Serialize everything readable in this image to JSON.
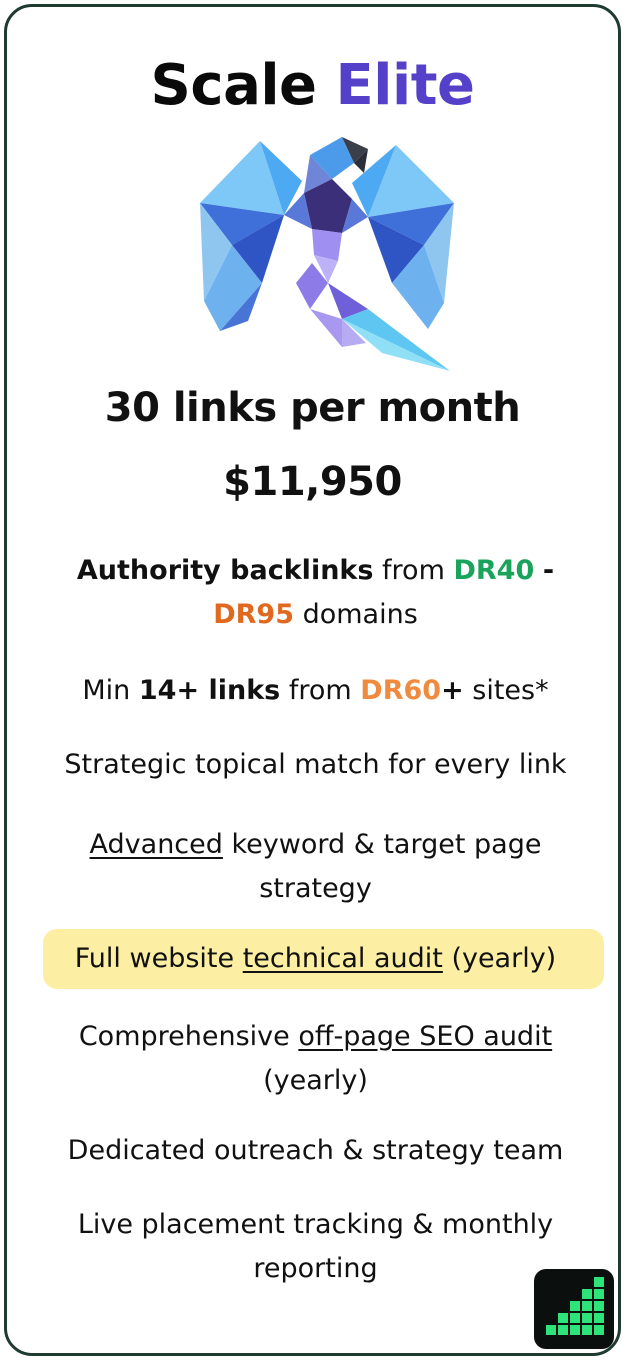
{
  "plan": {
    "name_prefix": "Scale",
    "name_accent": "Elite",
    "links": "30 links per month",
    "price": "$11,950"
  },
  "features": {
    "f1": {
      "bold": "Authority backlinks",
      "from": "from",
      "dr_low": "DR40",
      "dash": "-",
      "dr_high": "DR95",
      "domains": "domains"
    },
    "f2": {
      "min": "Min",
      "bold": "14+ links",
      "from": "from",
      "dr": "DR60",
      "plus": "+",
      "sites": "sites*"
    },
    "f3": "Strategic topical match for every link",
    "f4": {
      "underlined": "Advanced",
      "rest": "keyword & target page strategy"
    },
    "f5": {
      "pre": "Full website",
      "underlined": "technical audit",
      "post": "(yearly)"
    },
    "f6": {
      "pre": "Comprehensive",
      "underlined": "off-page SEO audit",
      "post": "(yearly)"
    },
    "f7": "Dedicated outreach & strategy team",
    "f8": "Live placement tracking & monthly reporting"
  },
  "colors": {
    "accent": "#5540c9",
    "green": "#1aa35a",
    "orange": "#e0691f",
    "light_orange": "#f08a3e",
    "highlight": "#fcefa3",
    "border": "#1f3a2f",
    "badge_green": "#2de37a"
  },
  "icons": {
    "logo": "origami-parrot-logo",
    "badge": "bar-chart-badge-icon"
  }
}
